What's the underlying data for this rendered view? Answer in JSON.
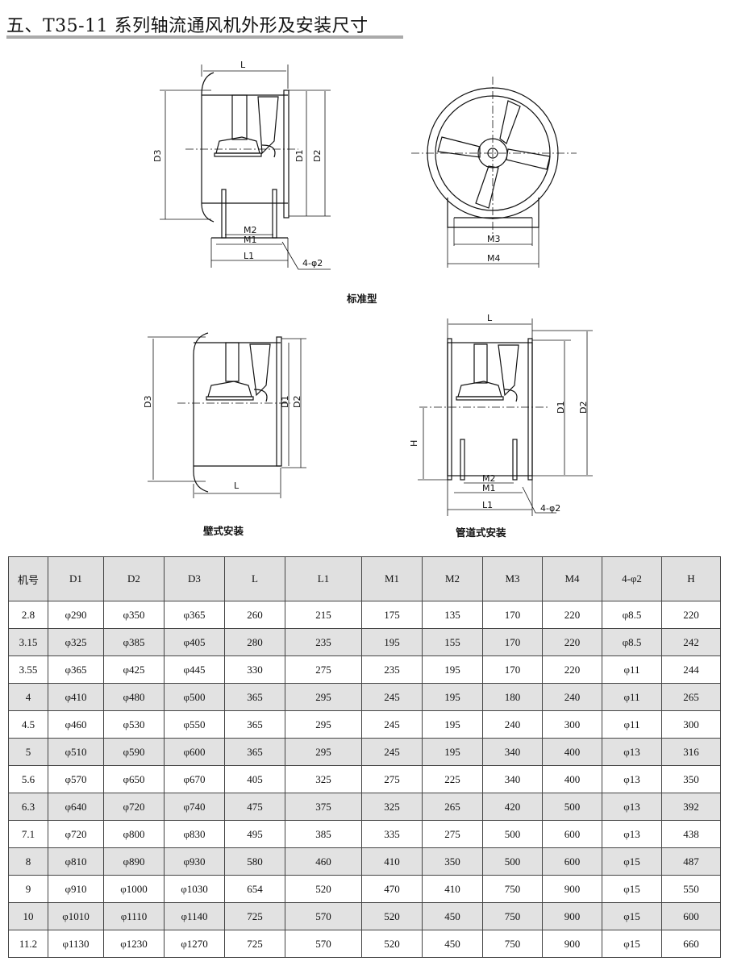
{
  "title": "五、T35-11 系列轴流通风机外形及安装尺寸",
  "drawings": {
    "standard": {
      "caption": "标准型",
      "labels": {
        "L": "L",
        "D3": "D3",
        "D1": "D1",
        "D2": "D2",
        "M2": "M2",
        "M1": "M1",
        "L1": "L1",
        "hole": "4-φ2",
        "M3": "M3",
        "M4": "M4"
      }
    },
    "wall": {
      "caption": "壁式安装",
      "labels": {
        "D3": "D3",
        "D1": "D1",
        "D2": "D2",
        "L": "L"
      }
    },
    "duct": {
      "caption": "管道式安装",
      "labels": {
        "L": "L",
        "D1": "D1",
        "D2": "D2",
        "H": "H",
        "M2": "M2",
        "M1": "M1",
        "L1": "L1",
        "hole": "4-φ2"
      }
    }
  },
  "table": {
    "headers": [
      "机号",
      "D1",
      "D2",
      "D3",
      "L",
      "L1",
      "M1",
      "M2",
      "M3",
      "M4",
      "4-φ2",
      "H"
    ],
    "rows": [
      [
        "2.8",
        "φ290",
        "φ350",
        "φ365",
        "260",
        "215",
        "175",
        "135",
        "170",
        "220",
        "φ8.5",
        "220"
      ],
      [
        "3.15",
        "φ325",
        "φ385",
        "φ405",
        "280",
        "235",
        "195",
        "155",
        "170",
        "220",
        "φ8.5",
        "242"
      ],
      [
        "3.55",
        "φ365",
        "φ425",
        "φ445",
        "330",
        "275",
        "235",
        "195",
        "170",
        "220",
        "φ11",
        "244"
      ],
      [
        "4",
        "φ410",
        "φ480",
        "φ500",
        "365",
        "295",
        "245",
        "195",
        "180",
        "240",
        "φ11",
        "265"
      ],
      [
        "4.5",
        "φ460",
        "φ530",
        "φ550",
        "365",
        "295",
        "245",
        "195",
        "240",
        "300",
        "φ11",
        "300"
      ],
      [
        "5",
        "φ510",
        "φ590",
        "φ600",
        "365",
        "295",
        "245",
        "195",
        "340",
        "400",
        "φ13",
        "316"
      ],
      [
        "5.6",
        "φ570",
        "φ650",
        "φ670",
        "405",
        "325",
        "275",
        "225",
        "340",
        "400",
        "φ13",
        "350"
      ],
      [
        "6.3",
        "φ640",
        "φ720",
        "φ740",
        "475",
        "375",
        "325",
        "265",
        "420",
        "500",
        "φ13",
        "392"
      ],
      [
        "7.1",
        "φ720",
        "φ800",
        "φ830",
        "495",
        "385",
        "335",
        "275",
        "500",
        "600",
        "φ13",
        "438"
      ],
      [
        "8",
        "φ810",
        "φ890",
        "φ930",
        "580",
        "460",
        "410",
        "350",
        "500",
        "600",
        "φ15",
        "487"
      ],
      [
        "9",
        "φ910",
        "φ1000",
        "φ1030",
        "654",
        "520",
        "470",
        "410",
        "750",
        "900",
        "φ15",
        "550"
      ],
      [
        "10",
        "φ1010",
        "φ1110",
        "φ1140",
        "725",
        "570",
        "520",
        "450",
        "750",
        "900",
        "φ15",
        "600"
      ],
      [
        "11.2",
        "φ1130",
        "φ1230",
        "φ1270",
        "725",
        "570",
        "520",
        "450",
        "750",
        "900",
        "φ15",
        "660"
      ]
    ]
  }
}
